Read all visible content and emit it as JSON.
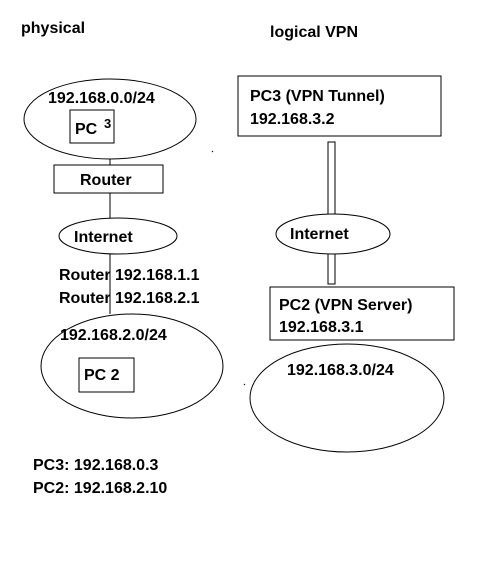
{
  "physical": {
    "heading": "physical",
    "lan_top": {
      "subnet": "192.168.0.0/24",
      "pc_label": "PC",
      "pc_number": "3"
    },
    "router": "Router",
    "internet": "Internet",
    "router_addr_1": "Router 192.168.1.1",
    "router_addr_2": "Router 192.168.2.1",
    "lan_bottom": {
      "subnet": "192.168.2.0/24",
      "pc_label": "PC 2"
    },
    "host_list": [
      "PC3: 192.168.0.3",
      "PC2: 192.168.2.10"
    ]
  },
  "logical": {
    "heading": "logical VPN",
    "tunnel_box": {
      "name": "PC3 (VPN Tunnel)",
      "ip": "192.168.3.2"
    },
    "internet": "Internet",
    "server_box": {
      "name": "PC2 (VPN Server)",
      "ip": "192.168.3.1"
    },
    "subnet": "192.168.3.0/24"
  }
}
